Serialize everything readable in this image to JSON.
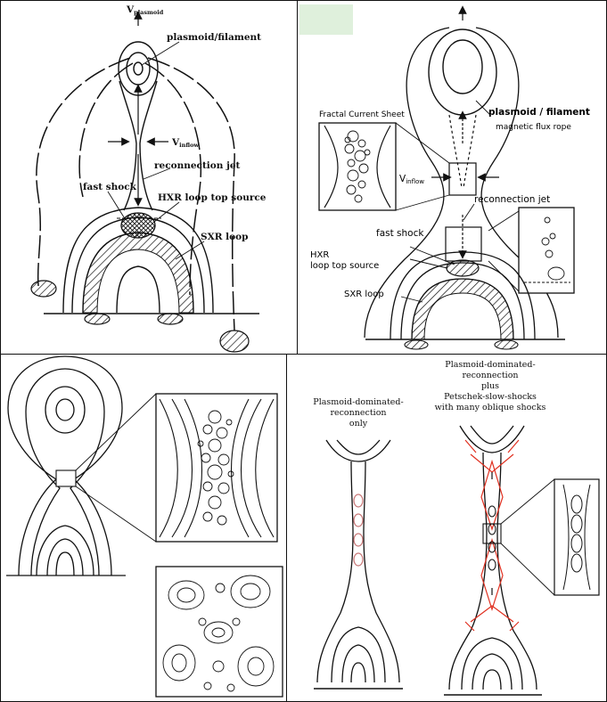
{
  "panel_a": {
    "v_plasmoid_label": "V",
    "v_plasmoid_sub": "plasmoid",
    "plasmoid_label": "plasmoid/filament",
    "v_inflow_label": "V",
    "v_inflow_sub": "inflow",
    "reconnection_jet_label": "reconnection jet",
    "fast_shock_label": "fast shock",
    "hxr_label": "HXR loop top source",
    "sxr_label": "SXR loop"
  },
  "panel_b": {
    "fractal_label": "Fractal Current Sheet",
    "plasmoid_label": "plasmoid / filament",
    "flux_rope_label": "magnetic flux rope",
    "v_inflow_label": "V",
    "v_inflow_sub": "inflow",
    "reconnection_jet_label": "reconnection jet",
    "fast_shock_label": "fast shock",
    "hxr_line1": "HXR",
    "hxr_line2": "loop top source",
    "sxr_label": "SXR loop",
    "accent_color": "#dff0dc"
  },
  "panel_d": {
    "left_title": [
      "Plasmoid-dominated-",
      "reconnection",
      "only"
    ],
    "right_title": [
      "Plasmoid-dominated-",
      "reconnection",
      "plus",
      "Petschek-slow-shocks",
      "with many oblique shocks"
    ],
    "shock_color": "#e03020",
    "plasmoid_color": "#c87878"
  }
}
